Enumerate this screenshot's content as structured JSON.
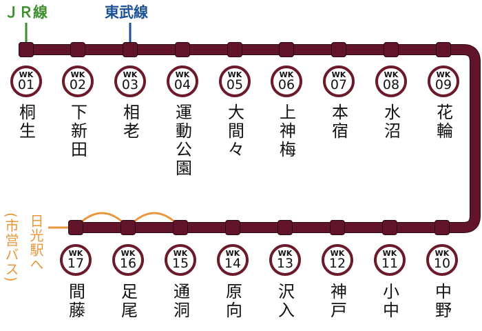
{
  "connections": {
    "jr": {
      "label": "ＪＲ線",
      "color": "#3a8f2a"
    },
    "tobu": {
      "label": "東武線",
      "color": "#1a4f9a"
    },
    "nikko": {
      "label": "日光駅へ",
      "sub": "(市営バス)",
      "color": "#e8963a"
    }
  },
  "line_color": "#62152a",
  "stations": [
    {
      "prefix": "WK",
      "num": "01",
      "name": "桐生"
    },
    {
      "prefix": "WK",
      "num": "02",
      "name": "下新田"
    },
    {
      "prefix": "WK",
      "num": "03",
      "name": "相老"
    },
    {
      "prefix": "WK",
      "num": "04",
      "name": "運動公園"
    },
    {
      "prefix": "WK",
      "num": "05",
      "name": "大間々"
    },
    {
      "prefix": "WK",
      "num": "06",
      "name": "上神梅"
    },
    {
      "prefix": "WK",
      "num": "07",
      "name": "本宿"
    },
    {
      "prefix": "WK",
      "num": "08",
      "name": "水沼"
    },
    {
      "prefix": "WK",
      "num": "09",
      "name": "花輪"
    },
    {
      "prefix": "WK",
      "num": "10",
      "name": "中野"
    },
    {
      "prefix": "WK",
      "num": "11",
      "name": "小中"
    },
    {
      "prefix": "WK",
      "num": "12",
      "name": "神戸"
    },
    {
      "prefix": "WK",
      "num": "13",
      "name": "沢入"
    },
    {
      "prefix": "WK",
      "num": "14",
      "name": "原向"
    },
    {
      "prefix": "WK",
      "num": "15",
      "name": "通洞"
    },
    {
      "prefix": "WK",
      "num": "16",
      "name": "足尾"
    },
    {
      "prefix": "WK",
      "num": "17",
      "name": "間藤"
    }
  ]
}
